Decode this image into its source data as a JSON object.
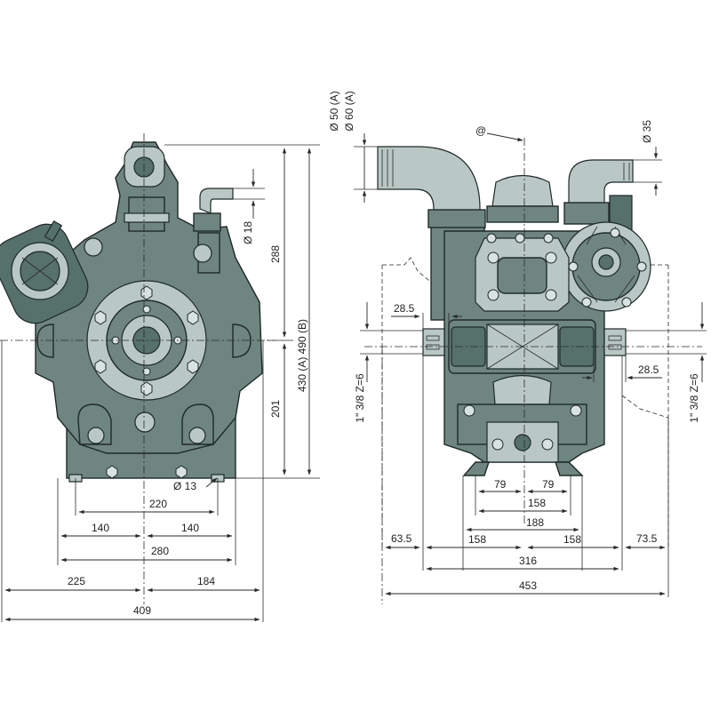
{
  "front_view": {
    "dims": {
      "height_288": "288",
      "height_total": "430 (A) 490 (B)",
      "height_201": "201",
      "dia_18": "Ø 18",
      "dia_13": "Ø 13",
      "w_220": "220",
      "w_140_left": "140",
      "w_140_right": "140",
      "w_280": "280",
      "w_225": "225",
      "w_184": "184",
      "w_409": "409"
    }
  },
  "side_view": {
    "dims": {
      "dia_50_60_a": "Ø 50 (A)",
      "dia_50_60_b": "Ø 60 (A)",
      "at_sign": "@",
      "dia_35": "Ø 35",
      "d_28_5_left": "28.5",
      "d_28_5_right": "28.5",
      "thread_left": "1\" 3/8 Z=6",
      "thread_right": "1\" 3/8 Z=6",
      "w_79_left": "79",
      "w_79_right": "79",
      "w_158": "158",
      "w_188": "188",
      "w_63_5": "63.5",
      "w_158_left": "158",
      "w_158_right": "158",
      "w_73_5": "73.5",
      "w_316": "316",
      "w_453": "453"
    }
  },
  "colors": {
    "body": "#6f8580",
    "light": "#b9c8c5",
    "outline": "#1e2a28"
  }
}
